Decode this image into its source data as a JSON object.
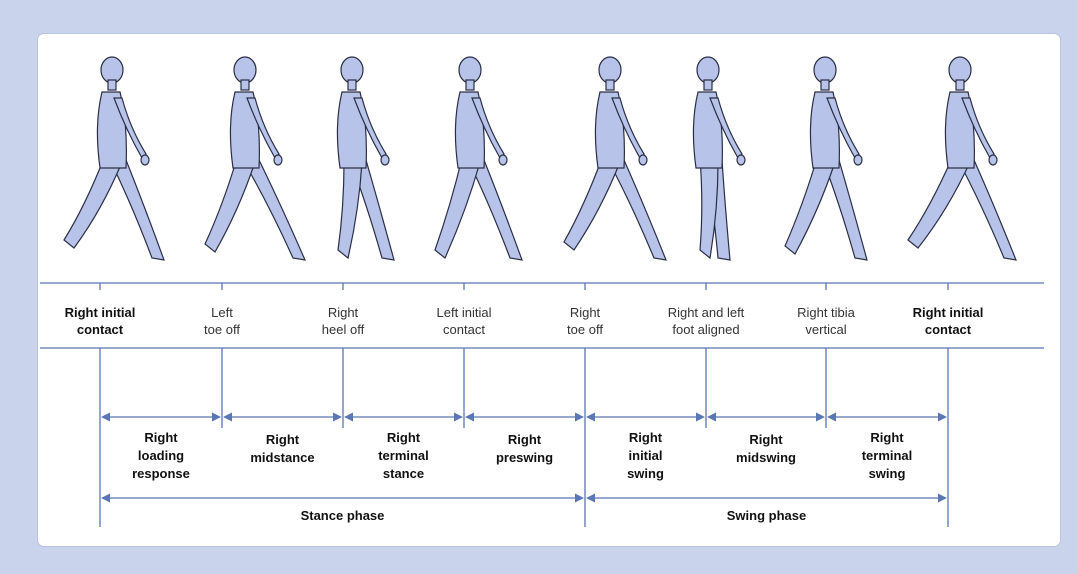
{
  "colors": {
    "background": "#c9d3ec",
    "panel": "#ffffff",
    "line": "#5a76b4",
    "figure_fill": "#b8c3ea",
    "figure_stroke": "#2a2e45",
    "text": "#111111"
  },
  "events": [
    {
      "lines": [
        "Right initial",
        "contact"
      ],
      "bold": true
    },
    {
      "lines": [
        "Left",
        "toe off"
      ],
      "bold": false
    },
    {
      "lines": [
        "Right",
        "heel off"
      ],
      "bold": false
    },
    {
      "lines": [
        "Left initial",
        "contact"
      ],
      "bold": false
    },
    {
      "lines": [
        "Right",
        "toe off"
      ],
      "bold": false
    },
    {
      "lines": [
        "Right and left",
        "foot aligned"
      ],
      "bold": false
    },
    {
      "lines": [
        "Right tibia",
        "vertical"
      ],
      "bold": false
    },
    {
      "lines": [
        "Right initial",
        "contact"
      ],
      "bold": true
    }
  ],
  "subphases": [
    {
      "lines": [
        "Right",
        "loading",
        "response"
      ]
    },
    {
      "lines": [
        "Right",
        "midstance"
      ]
    },
    {
      "lines": [
        "Right",
        "terminal",
        "stance"
      ]
    },
    {
      "lines": [
        "Right",
        "preswing"
      ]
    },
    {
      "lines": [
        "Right",
        "initial",
        "swing"
      ]
    },
    {
      "lines": [
        "Right",
        "midswing"
      ]
    },
    {
      "lines": [
        "Right",
        "terminal",
        "swing"
      ]
    }
  ],
  "phases": [
    {
      "label": "Stance phase"
    },
    {
      "label": "Swing phase"
    }
  ]
}
